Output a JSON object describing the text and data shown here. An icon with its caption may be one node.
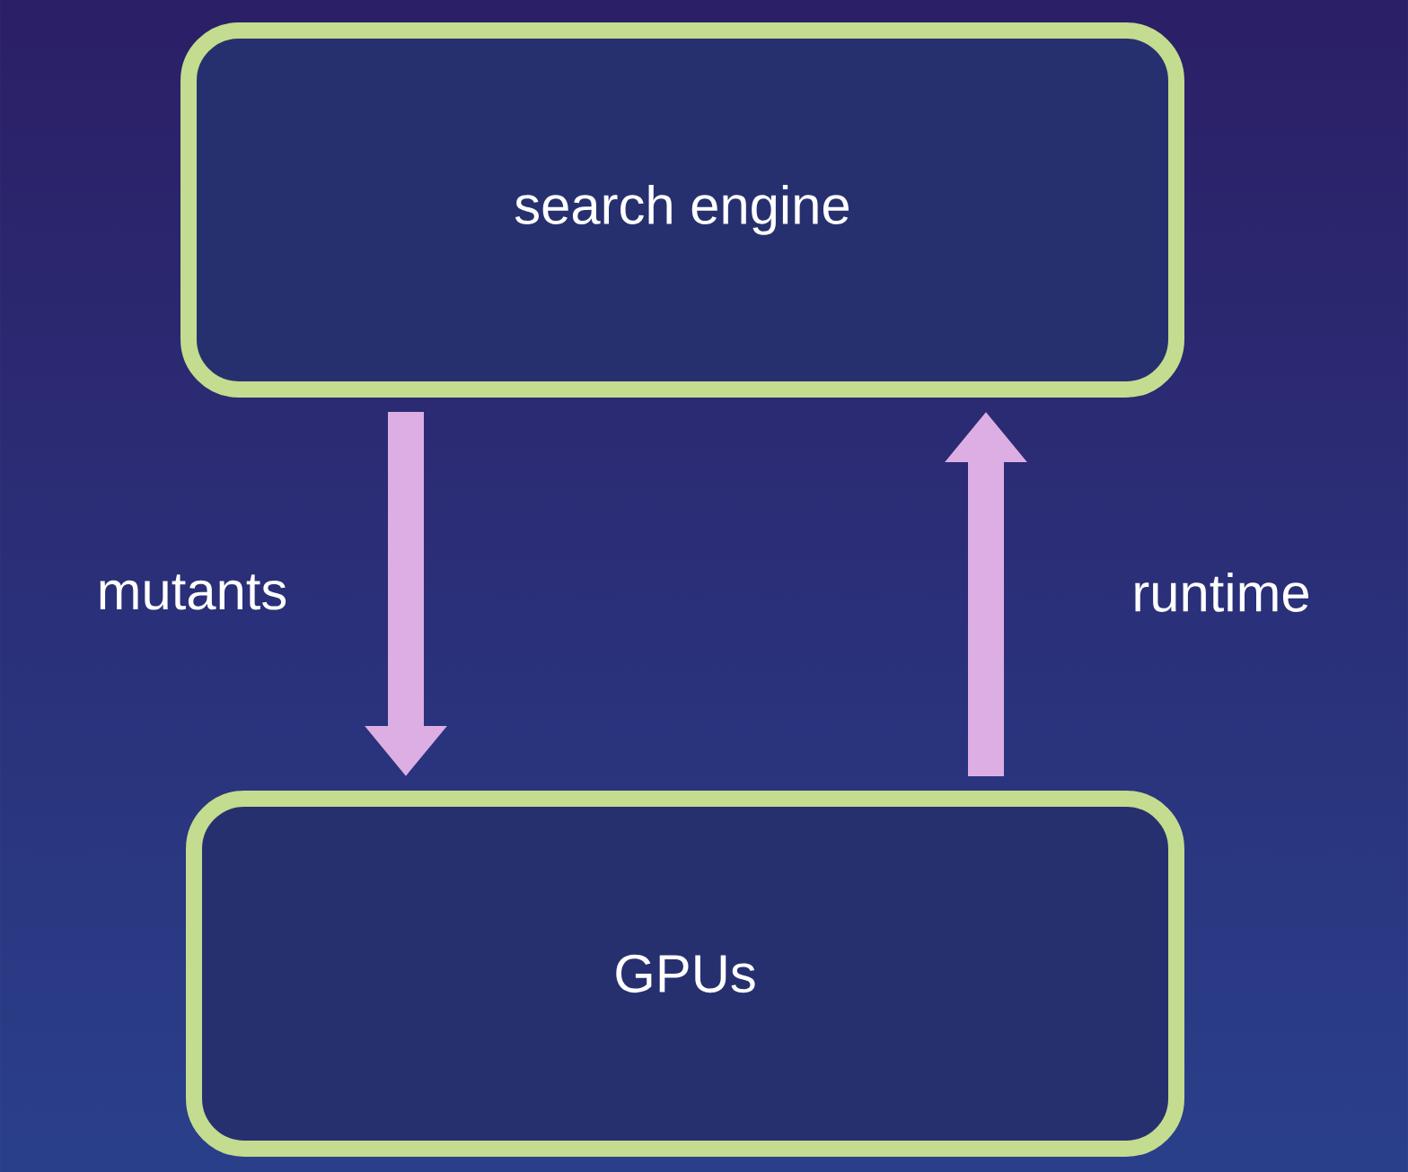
{
  "diagram": {
    "nodes": [
      {
        "text": [
          "search engine"
        ]
      },
      {
        "text": [
          "GPUs"
        ]
      }
    ],
    "edges": [
      {
        "from": 0,
        "to": 1,
        "arrow": "to",
        "label": "mutants"
      },
      {
        "from": 1,
        "to": 0,
        "arrow": "to",
        "label": "runtime"
      }
    ]
  }
}
